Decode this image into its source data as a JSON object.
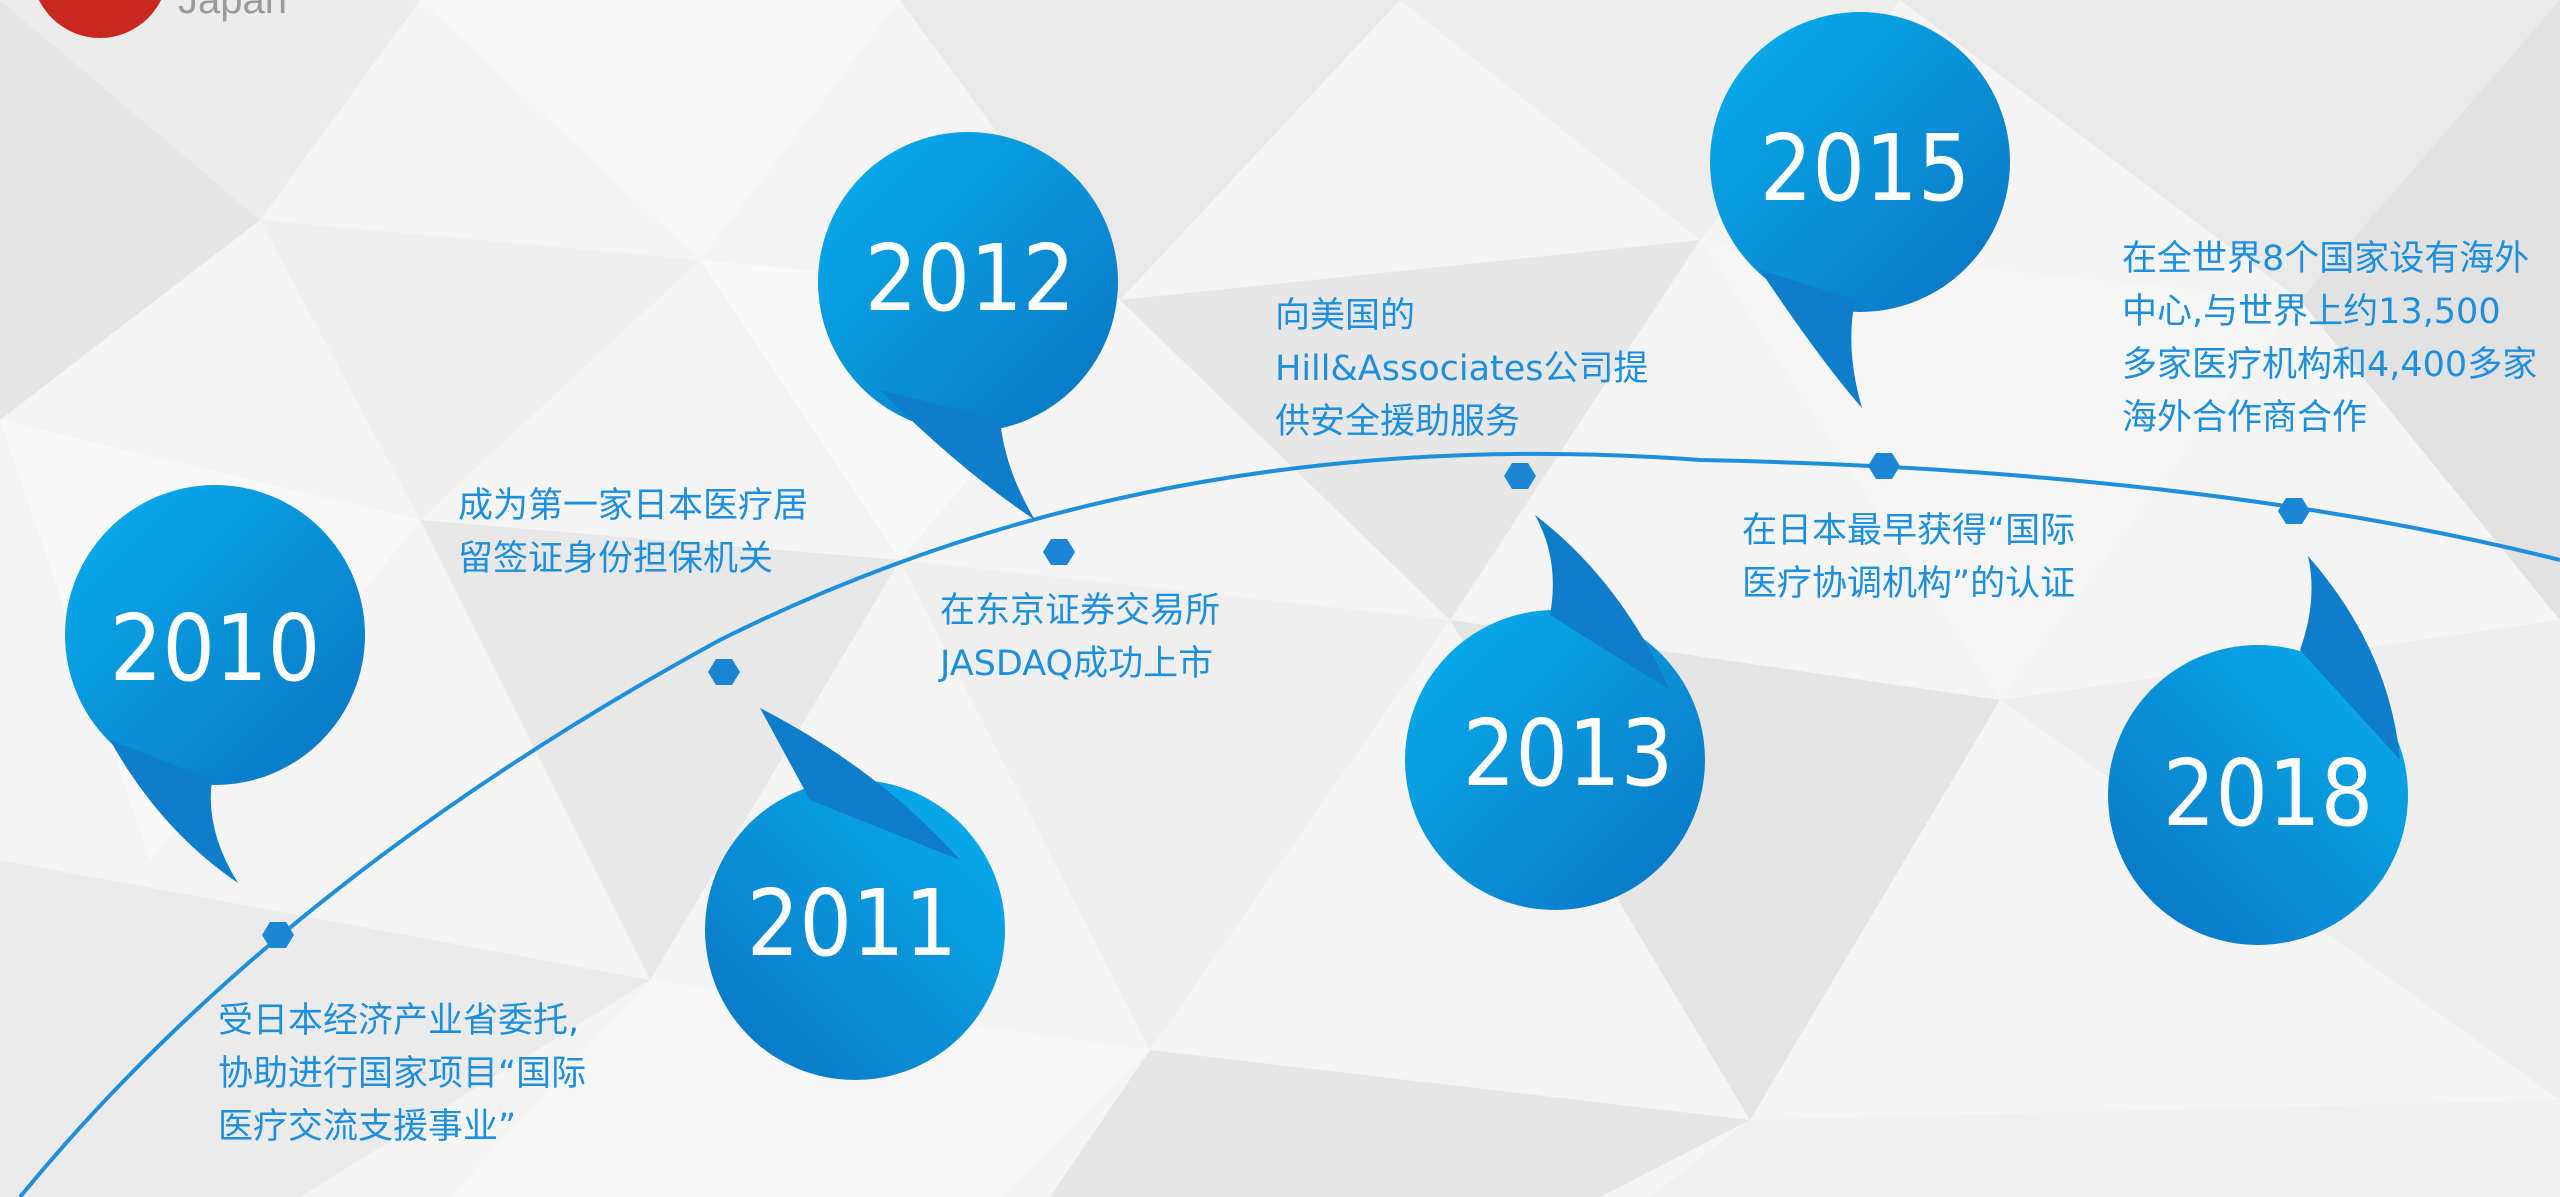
{
  "brand": {
    "text": "Japan",
    "logo_color": "#c8281e"
  },
  "colors": {
    "accent": "#1d8fdc",
    "bubble_light": "#08acec",
    "bubble_dark": "#0f7cc8",
    "timeline": "#1e8fdc"
  },
  "milestones": [
    {
      "year": "2010",
      "lines": [
        "受日本经济产业省委托,",
        "协助进行国家项目“国际",
        "医疗交流支援事业”"
      ]
    },
    {
      "year": "2011",
      "lines": [
        "成为第一家日本医疗居",
        "留签证身份担保机关"
      ]
    },
    {
      "year": "2012",
      "lines": [
        "在东京证券交易所",
        "JASDAQ成功上市"
      ]
    },
    {
      "year": "2013",
      "lines": [
        "向美国的",
        "Hill&Associates公司提",
        "供安全援助服务"
      ]
    },
    {
      "year": "2015",
      "lines": [
        "在日本最早获得“国际",
        "医疗协调机构”的认证"
      ]
    },
    {
      "year": "2018",
      "lines": [
        "在全世界8个国家设有海外",
        "中心,与世界上约13,500",
        "多家医疗机构和4,400多家",
        "海外合作商合作"
      ]
    }
  ]
}
